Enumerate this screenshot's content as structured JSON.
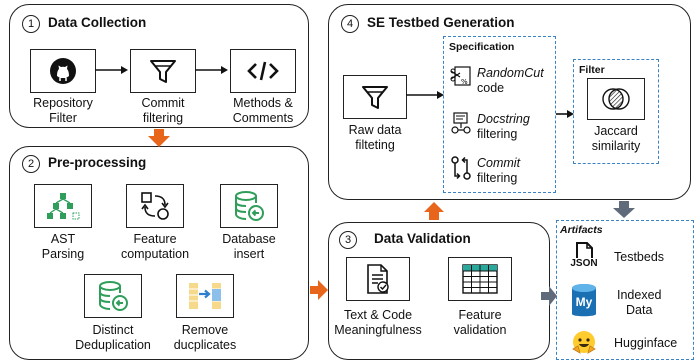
{
  "collection": {
    "number": "1",
    "title": "Data Collection",
    "repo_label": [
      "Repository",
      "Filter"
    ],
    "commit_label": [
      "Commit",
      "filtering"
    ],
    "methods_label": [
      "Methods &",
      "Comments"
    ]
  },
  "preprocessing": {
    "number": "2",
    "title": "Pre-processing",
    "ast_label": [
      "AST",
      "Parsing"
    ],
    "feature_label": [
      "Feature",
      "computation"
    ],
    "database_label": [
      "Database",
      "insert"
    ],
    "distinct_label": [
      "Distinct",
      "Deduplication"
    ],
    "remove_label": [
      "Remove",
      "ducplicates"
    ]
  },
  "validation": {
    "number": "3",
    "title": "Data Validation",
    "text_label": [
      "Text & Code",
      "Meaningfulness"
    ],
    "feature_label": [
      "Feature",
      "validation"
    ]
  },
  "testbed": {
    "number": "4",
    "title": "SE Testbed Generation",
    "raw_label": [
      "Raw data",
      "filteting"
    ],
    "spec_title": "Specification",
    "spec_items": [
      {
        "italic": "RandomCut",
        "rest": "code"
      },
      {
        "italic": "Docstring",
        "rest": "filtering"
      },
      {
        "italic": "Commit",
        "rest": "filtering"
      }
    ],
    "filter_title": "Filter",
    "jaccard_label": [
      "Jaccard",
      "similarity"
    ]
  },
  "artifacts": {
    "title": "Artifacts",
    "json_icon_text": "JSON",
    "my_icon_text": "My",
    "items": [
      [
        "Testbeds"
      ],
      [
        "Indexed",
        "Data"
      ],
      [
        "Hugginface"
      ]
    ]
  },
  "colors": {
    "orange_arrow": "#e8661c",
    "gray_arrow": "#5f6b7a",
    "dashed_blue": "#3b82c4",
    "green_icon": "#2f9e5a",
    "mysql_blue": "#1b6fb3"
  }
}
